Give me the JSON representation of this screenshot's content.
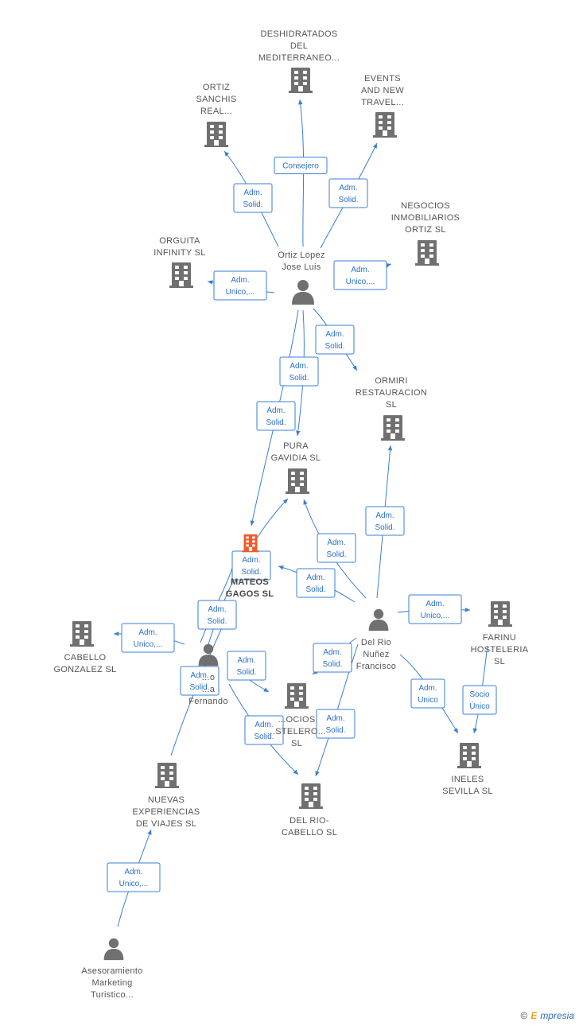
{
  "colors": {
    "edge": "#3a7fd5",
    "node_company": "#707070",
    "node_person": "#707070",
    "node_highlight": "#f05a28",
    "label_box_border": "#3a7fd5",
    "label_text": "#2a6fc9"
  },
  "footer": {
    "copyright": "©",
    "brand_e": "E",
    "brand_rest": "mpresia"
  },
  "nodes": [
    {
      "id": "deshidratados",
      "type": "company",
      "icon": "building-icon",
      "lines": [
        "DESHIDRATADOS",
        "DEL",
        "MEDITERRANEO..."
      ]
    },
    {
      "id": "ortiz_sanchis",
      "type": "company",
      "icon": "building-icon",
      "lines": [
        "ORTIZ",
        "SANCHIS",
        "REAL..."
      ]
    },
    {
      "id": "events",
      "type": "company",
      "icon": "building-icon",
      "lines": [
        "EVENTS",
        "AND NEW",
        "TRAVEL..."
      ]
    },
    {
      "id": "negocios",
      "type": "company",
      "icon": "building-icon",
      "lines": [
        "NEGOCIOS",
        "INMOBILIARIOS",
        "ORTIZ  SL"
      ]
    },
    {
      "id": "orguita",
      "type": "company",
      "icon": "building-icon",
      "lines": [
        "ORGUITA",
        "INFINITY  SL"
      ]
    },
    {
      "id": "ortiz_lopez",
      "type": "person",
      "icon": "person-icon",
      "lines": [
        "Ortiz Lopez",
        "Jose Luis"
      ]
    },
    {
      "id": "ormiri",
      "type": "company",
      "icon": "building-icon",
      "lines": [
        "ORMIRI",
        "RESTAURACION",
        "SL"
      ]
    },
    {
      "id": "pura",
      "type": "company",
      "icon": "building-icon",
      "lines": [
        "PURA",
        "GAVIDIA  SL"
      ]
    },
    {
      "id": "mateos",
      "type": "company",
      "icon": "building-icon",
      "highlight": true,
      "lines": [
        "MATEOS",
        "GAGOS  SL"
      ]
    },
    {
      "id": "del_rio_nunez",
      "type": "person",
      "icon": "person-icon",
      "lines": [
        "Del Rio",
        "Nuñez",
        "Francisco"
      ]
    },
    {
      "id": "farinu",
      "type": "company",
      "icon": "building-icon",
      "lines": [
        "FARINU",
        "HOSTELERIA",
        "SL"
      ]
    },
    {
      "id": "cabello_gonzalez",
      "type": "company",
      "icon": "building-icon",
      "lines": [
        "CABELLO",
        "GONZALEZ  SL"
      ]
    },
    {
      "id": "fernando",
      "type": "person",
      "icon": "person-icon",
      "lines": [
        "...o",
        "...a",
        "Fernando"
      ]
    },
    {
      "id": "socios",
      "type": "company",
      "icon": "building-icon",
      "lines": [
        "...OCIOS",
        "...STELERO...",
        "SL"
      ]
    },
    {
      "id": "ineles",
      "type": "company",
      "icon": "building-icon",
      "lines": [
        "INELES",
        "SEVILLA  SL"
      ]
    },
    {
      "id": "nuevas",
      "type": "company",
      "icon": "building-icon",
      "lines": [
        "NUEVAS",
        "EXPERIENCIAS",
        "DE VIAJES  SL"
      ]
    },
    {
      "id": "del_rio_cabello",
      "type": "company",
      "icon": "building-icon",
      "lines": [
        "DEL RIO-",
        "CABELLO  SL"
      ]
    },
    {
      "id": "asesoramiento",
      "type": "person",
      "icon": "person-icon",
      "lines": [
        "Asesoramiento",
        "Marketing",
        "Turistico..."
      ]
    }
  ],
  "edges": [
    {
      "from": "ortiz_lopez",
      "to": "deshidratados",
      "label": [
        "Consejero"
      ]
    },
    {
      "from": "ortiz_lopez",
      "to": "ortiz_sanchis",
      "label": [
        "Adm.",
        "Solid."
      ]
    },
    {
      "from": "ortiz_lopez",
      "to": "events",
      "label": [
        "Adm.",
        "Solid."
      ]
    },
    {
      "from": "ortiz_lopez",
      "to": "negocios",
      "label": [
        "Adm.",
        "Unico,..."
      ]
    },
    {
      "from": "ortiz_lopez",
      "to": "orguita",
      "label": [
        "Adm.",
        "Unico,..."
      ]
    },
    {
      "from": "ortiz_lopez",
      "to": "ormiri",
      "label": [
        "Adm.",
        "Solid."
      ]
    },
    {
      "from": "ortiz_lopez",
      "to": "pura",
      "label": [
        "Adm.",
        "Solid."
      ]
    },
    {
      "from": "ortiz_lopez",
      "to": "mateos",
      "label": [
        "Adm.",
        "Solid."
      ]
    },
    {
      "from": "del_rio_nunez",
      "to": "ormiri",
      "label": [
        "Adm.",
        "Solid."
      ]
    },
    {
      "from": "del_rio_nunez",
      "to": "pura",
      "label": [
        "Adm.",
        "Solid."
      ]
    },
    {
      "from": "del_rio_nunez",
      "to": "mateos",
      "label": [
        "Adm.",
        "Solid."
      ]
    },
    {
      "from": "del_rio_nunez",
      "to": "farinu",
      "label": [
        "Adm.",
        "Unico,..."
      ]
    },
    {
      "from": "del_rio_nunez",
      "to": "socios",
      "label": [
        "Adm.",
        "Solid."
      ]
    },
    {
      "from": "del_rio_nunez",
      "to": "del_rio_cabello",
      "label": [
        "Adm.",
        "Solid."
      ]
    },
    {
      "from": "del_rio_nunez",
      "to": "ineles",
      "label": [
        "Adm.",
        "Unico"
      ]
    },
    {
      "from": "farinu",
      "to": "ineles",
      "label": [
        "Socio",
        "Único"
      ]
    },
    {
      "from": "fernando",
      "to": "pura",
      "label": [
        "Adm.",
        "Solid."
      ]
    },
    {
      "from": "fernando",
      "to": "mateos",
      "label": [
        "Adm.",
        "Solid."
      ]
    },
    {
      "from": "fernando",
      "to": "cabello_gonzalez",
      "label": [
        "Adm.",
        "Unico,..."
      ]
    },
    {
      "from": "fernando",
      "to": "socios",
      "label": [
        "Adm.",
        "Solid."
      ]
    },
    {
      "from": "fernando",
      "to": "del_rio_cabello",
      "label": [
        "Adm.",
        "Solid."
      ]
    },
    {
      "from": "nuevas",
      "to": "mateos",
      "label": [
        "Adm.",
        "Solid."
      ]
    },
    {
      "from": "asesoramiento",
      "to": "nuevas",
      "label": [
        "Adm.",
        "Unico,..."
      ]
    }
  ]
}
